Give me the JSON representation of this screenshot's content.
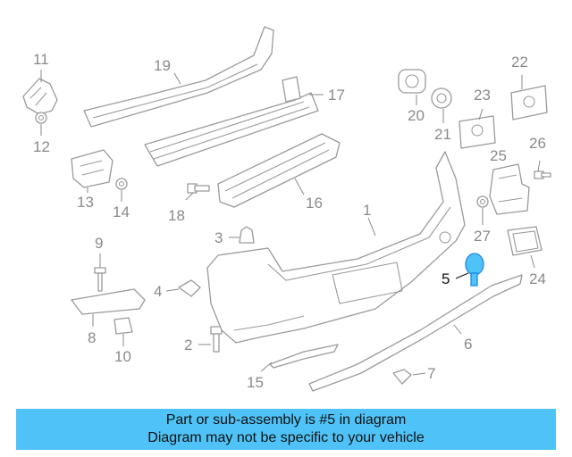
{
  "diagram": {
    "callouts": [
      {
        "id": "1",
        "label": "1"
      },
      {
        "id": "2",
        "label": "2"
      },
      {
        "id": "3",
        "label": "3"
      },
      {
        "id": "4",
        "label": "4"
      },
      {
        "id": "5",
        "label": "5",
        "highlighted": true
      },
      {
        "id": "6",
        "label": "6"
      },
      {
        "id": "7",
        "label": "7"
      },
      {
        "id": "8",
        "label": "8"
      },
      {
        "id": "9",
        "label": "9"
      },
      {
        "id": "10",
        "label": "10"
      },
      {
        "id": "11",
        "label": "11"
      },
      {
        "id": "12",
        "label": "12"
      },
      {
        "id": "13",
        "label": "13"
      },
      {
        "id": "14",
        "label": "14"
      },
      {
        "id": "15",
        "label": "15"
      },
      {
        "id": "16",
        "label": "16"
      },
      {
        "id": "17",
        "label": "17"
      },
      {
        "id": "18",
        "label": "18"
      },
      {
        "id": "19",
        "label": "19"
      },
      {
        "id": "20",
        "label": "20"
      },
      {
        "id": "21",
        "label": "21"
      },
      {
        "id": "22",
        "label": "22"
      },
      {
        "id": "23",
        "label": "23"
      },
      {
        "id": "24",
        "label": "24"
      },
      {
        "id": "25",
        "label": "25"
      },
      {
        "id": "26",
        "label": "26"
      },
      {
        "id": "27",
        "label": "27"
      }
    ],
    "highlight_color": "#4fc3f7"
  },
  "banner": {
    "line1": "Part or sub-assembly is #5 in diagram",
    "line2": "Diagram may not be specific to your vehicle",
    "color": "#4fc3f7"
  }
}
